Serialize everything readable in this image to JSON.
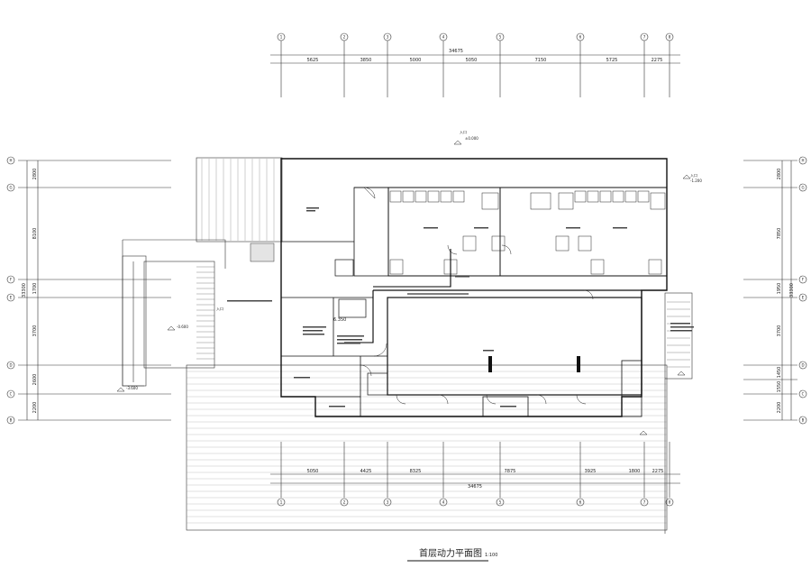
{
  "drawing": {
    "title": "首层动力平面图",
    "scale": "1:100"
  },
  "dimensions": {
    "top_total": "34675",
    "top_segments": [
      "5625",
      "3850",
      "5000",
      "5050",
      "7150",
      "5725",
      "2275"
    ],
    "bottom_total": "34675",
    "bottom_segments": [
      "5050",
      "4425",
      "8325",
      "7875",
      "3925",
      "1800",
      "2275"
    ],
    "left_segments": [
      "2800",
      "8100",
      "1700",
      "3700",
      "2600",
      "2200"
    ],
    "left_total": "33300",
    "right_segments": [
      "2800",
      "7850",
      "1950",
      "3700",
      "1450",
      "1550",
      "2200"
    ],
    "right_total": "33300"
  },
  "axes": {
    "top": [
      "1",
      "2",
      "3",
      "4",
      "5",
      "6",
      "7",
      "8"
    ],
    "bottom": [
      "1",
      "2",
      "3",
      "4",
      "5",
      "6",
      "7",
      "8"
    ],
    "left": [
      "H",
      "G",
      "F",
      "E",
      "D",
      "C",
      "B"
    ],
    "right": [
      "H",
      "G",
      "F",
      "E",
      "D",
      "C",
      "B"
    ]
  },
  "labels": {
    "main_elevation": "6.350",
    "entrance": "入口",
    "level_top": "±0.000",
    "level_right": "-1.200",
    "level_left": "-0.600",
    "level_bottom": "-3.600"
  }
}
